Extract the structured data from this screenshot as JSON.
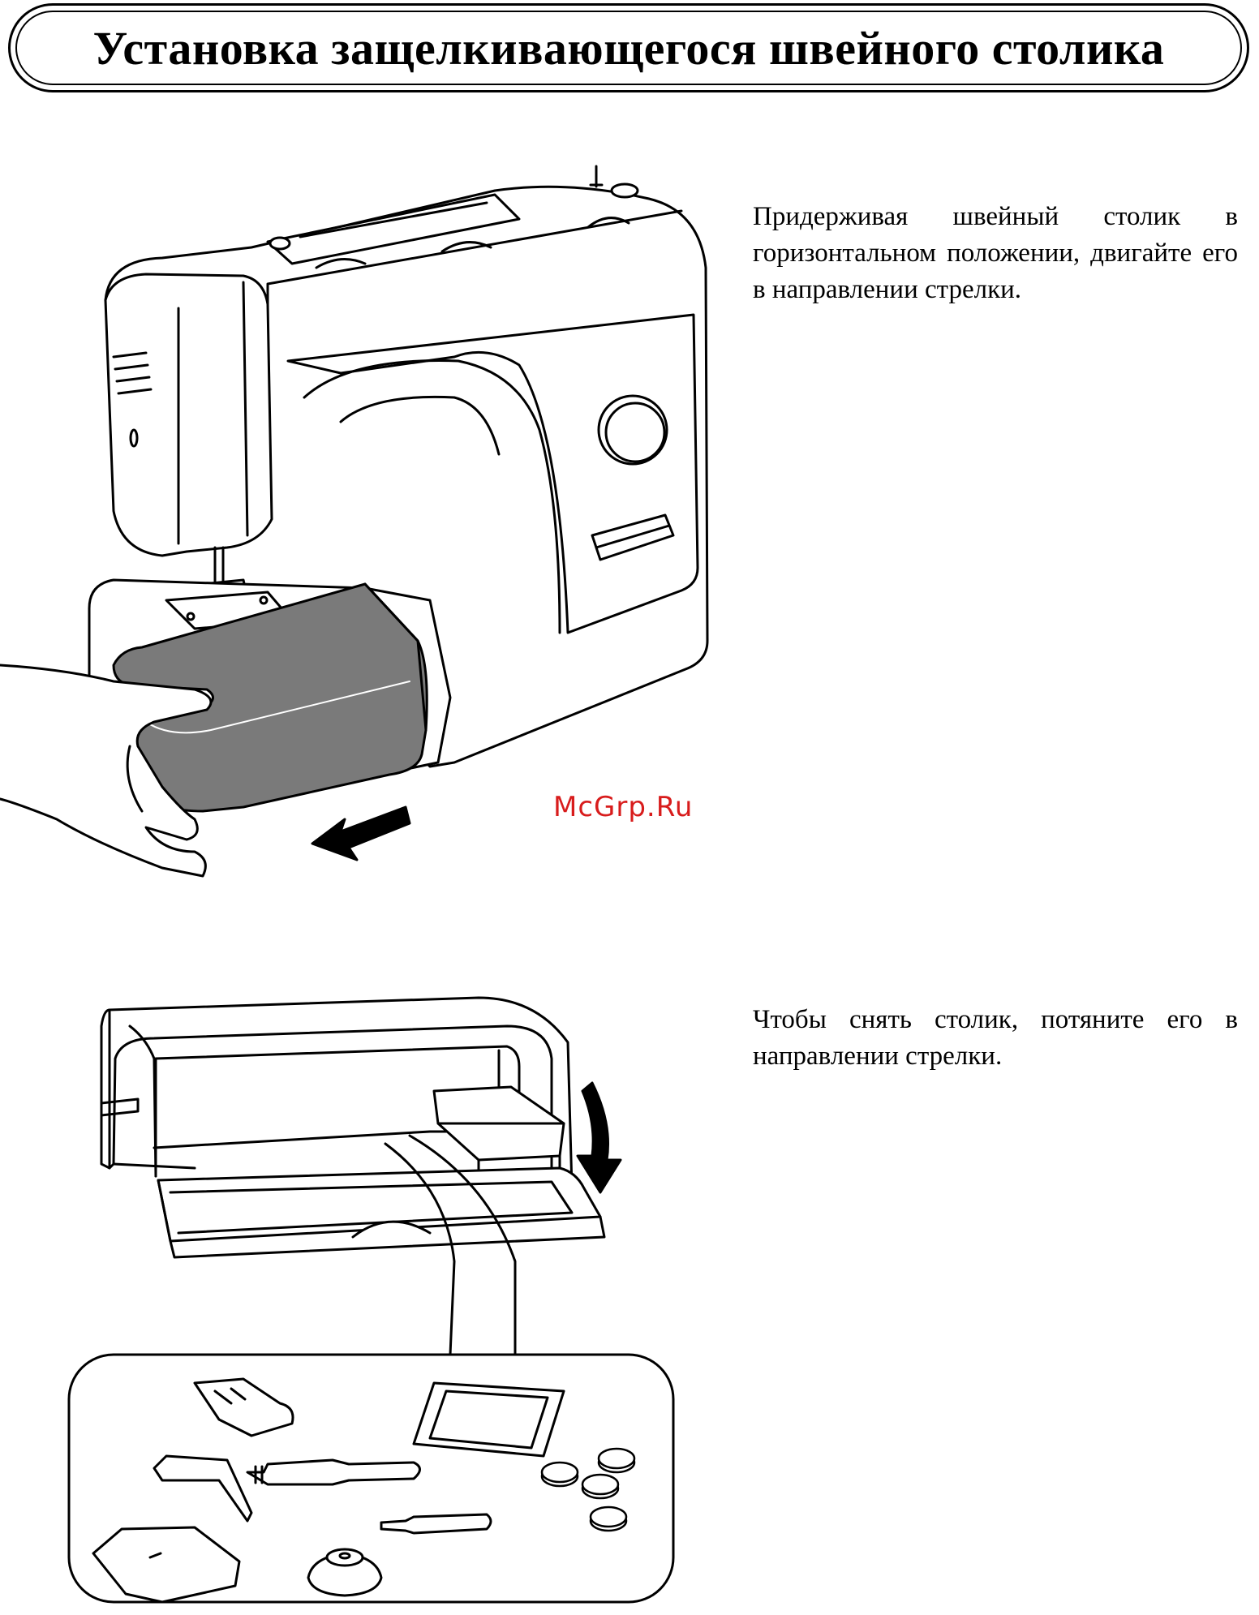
{
  "header": {
    "title": "Установка защелкивающегося швейного столика"
  },
  "step_attach": {
    "text": "Придерживая швейный столик в горизонтальном положении, двигайте его в направлении стрелки."
  },
  "step_remove": {
    "text": "Чтобы снять столик, потяните его в направлении стрелки."
  },
  "watermark": {
    "text": "McGrp.Ru"
  },
  "colors": {
    "extension_table_fill": "#7a7a7a",
    "watermark": "#d81c1c"
  }
}
